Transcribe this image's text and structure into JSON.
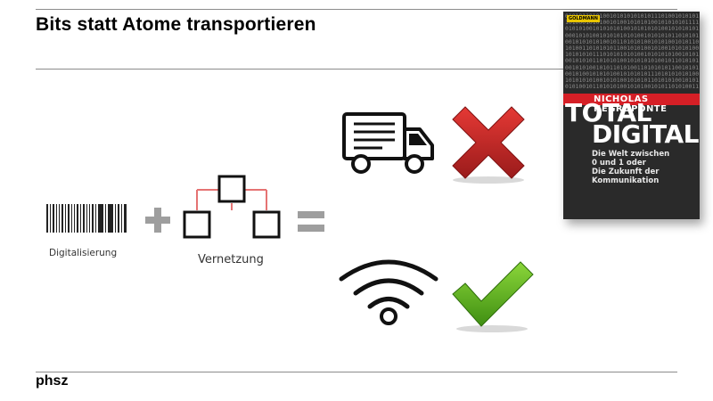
{
  "slide": {
    "title": "Bits statt Atome transportieren",
    "footer_brand": "phsz"
  },
  "diagram": {
    "left_label": "Digitalisierung",
    "middle_label": "Vernetzung",
    "operators": [
      "+",
      "="
    ],
    "icons": [
      "barcode-icon",
      "network-tree-icon",
      "delivery-truck-icon",
      "red-cross-icon",
      "wifi-icon",
      "green-checkmark-icon"
    ]
  },
  "book": {
    "publisher": "GOLDMANN",
    "author": "NICHOLAS NEGROPONTE",
    "title_line_1": "TOTAL",
    "title_line_2": "DIGITAL",
    "subtitle": "Die Welt zwischen\n0 und 1 oder\nDie Zukunft der\nKommunikation",
    "binary_text": "0101011010100101010101010111010010101011010001010100101001010101001010101011110101010010101010100101010101001010101010001010100101010101010010101010110101010010101010100101101010100101010010101101010011010101011001010100101001010101001010101011101010101010010101010100101010010101011010101001010101010010110101010010101001010110101001101010101100101010010100101010100101010101110101010101001010101010010101001010101101010100101010101001011010101001010100101011010100110101010110010101001010010101010010101010111010101010100101010101001010100101010110101010010101010100101101010100101010010101101010011010101011001010100101001010101001010101011101010101"
  },
  "colors": {
    "cross": "#c62828",
    "check": "#6cbf1f",
    "network_lines": "#e57373",
    "operator_gray": "#9e9e9e"
  }
}
